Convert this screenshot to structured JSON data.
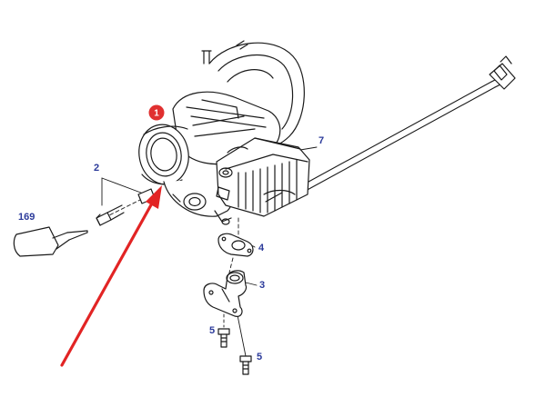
{
  "diagram": {
    "callouts": {
      "main": "1",
      "turbo_bolt": "2",
      "sealant": "169",
      "actuator": "7",
      "gasket": "4",
      "adapter": "3",
      "bolt_a": "5",
      "bolt_b": "5"
    },
    "colors": {
      "line": "#1a1a1a",
      "callout_text": "#2b3a9a",
      "badge_fill": "#e03030",
      "arrow": "#e22424"
    },
    "icons": [
      "turbocharger",
      "wastegate-actuator",
      "sealant-tube",
      "bolt",
      "gasket",
      "red-pointer-arrow"
    ]
  }
}
